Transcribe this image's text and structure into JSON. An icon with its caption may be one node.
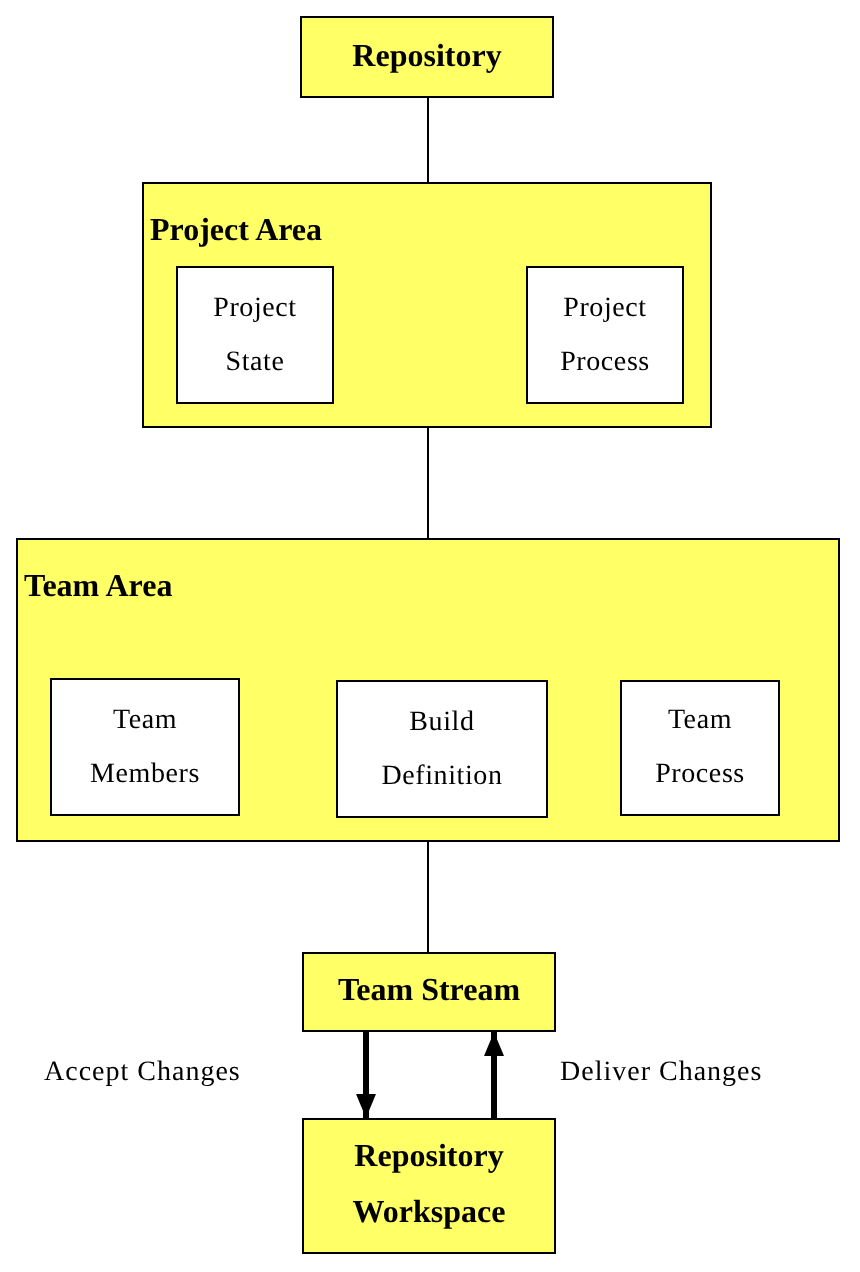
{
  "diagram": {
    "nodes": [
      {
        "text": [
          "Repository"
        ]
      },
      {
        "text": [
          "Project Area"
        ]
      },
      {
        "text": [
          "Project State"
        ],
        "in": 1
      },
      {
        "text": [
          "Project Process"
        ],
        "in": 1
      },
      {
        "text": [
          "Team Area"
        ]
      },
      {
        "text": [
          "Team Members"
        ],
        "in": 4
      },
      {
        "text": [
          "Build Definition"
        ],
        "in": 4
      },
      {
        "text": [
          "Team Process"
        ],
        "in": 4
      },
      {
        "text": [
          "Team Stream"
        ]
      },
      {
        "text": [
          "Repository Workspace"
        ]
      }
    ],
    "edges": [
      {
        "from": 0,
        "to": 1,
        "arrow": "none"
      },
      {
        "from": 1,
        "to": 4,
        "arrow": "none"
      },
      {
        "from": 4,
        "to": 8,
        "arrow": "none"
      },
      {
        "from": 8,
        "to": 9,
        "arrow": "to",
        "label": "Accept Changes",
        "style": "thick"
      },
      {
        "from": 9,
        "to": 8,
        "arrow": "to",
        "label": "Deliver Changes",
        "style": "thick"
      }
    ]
  }
}
